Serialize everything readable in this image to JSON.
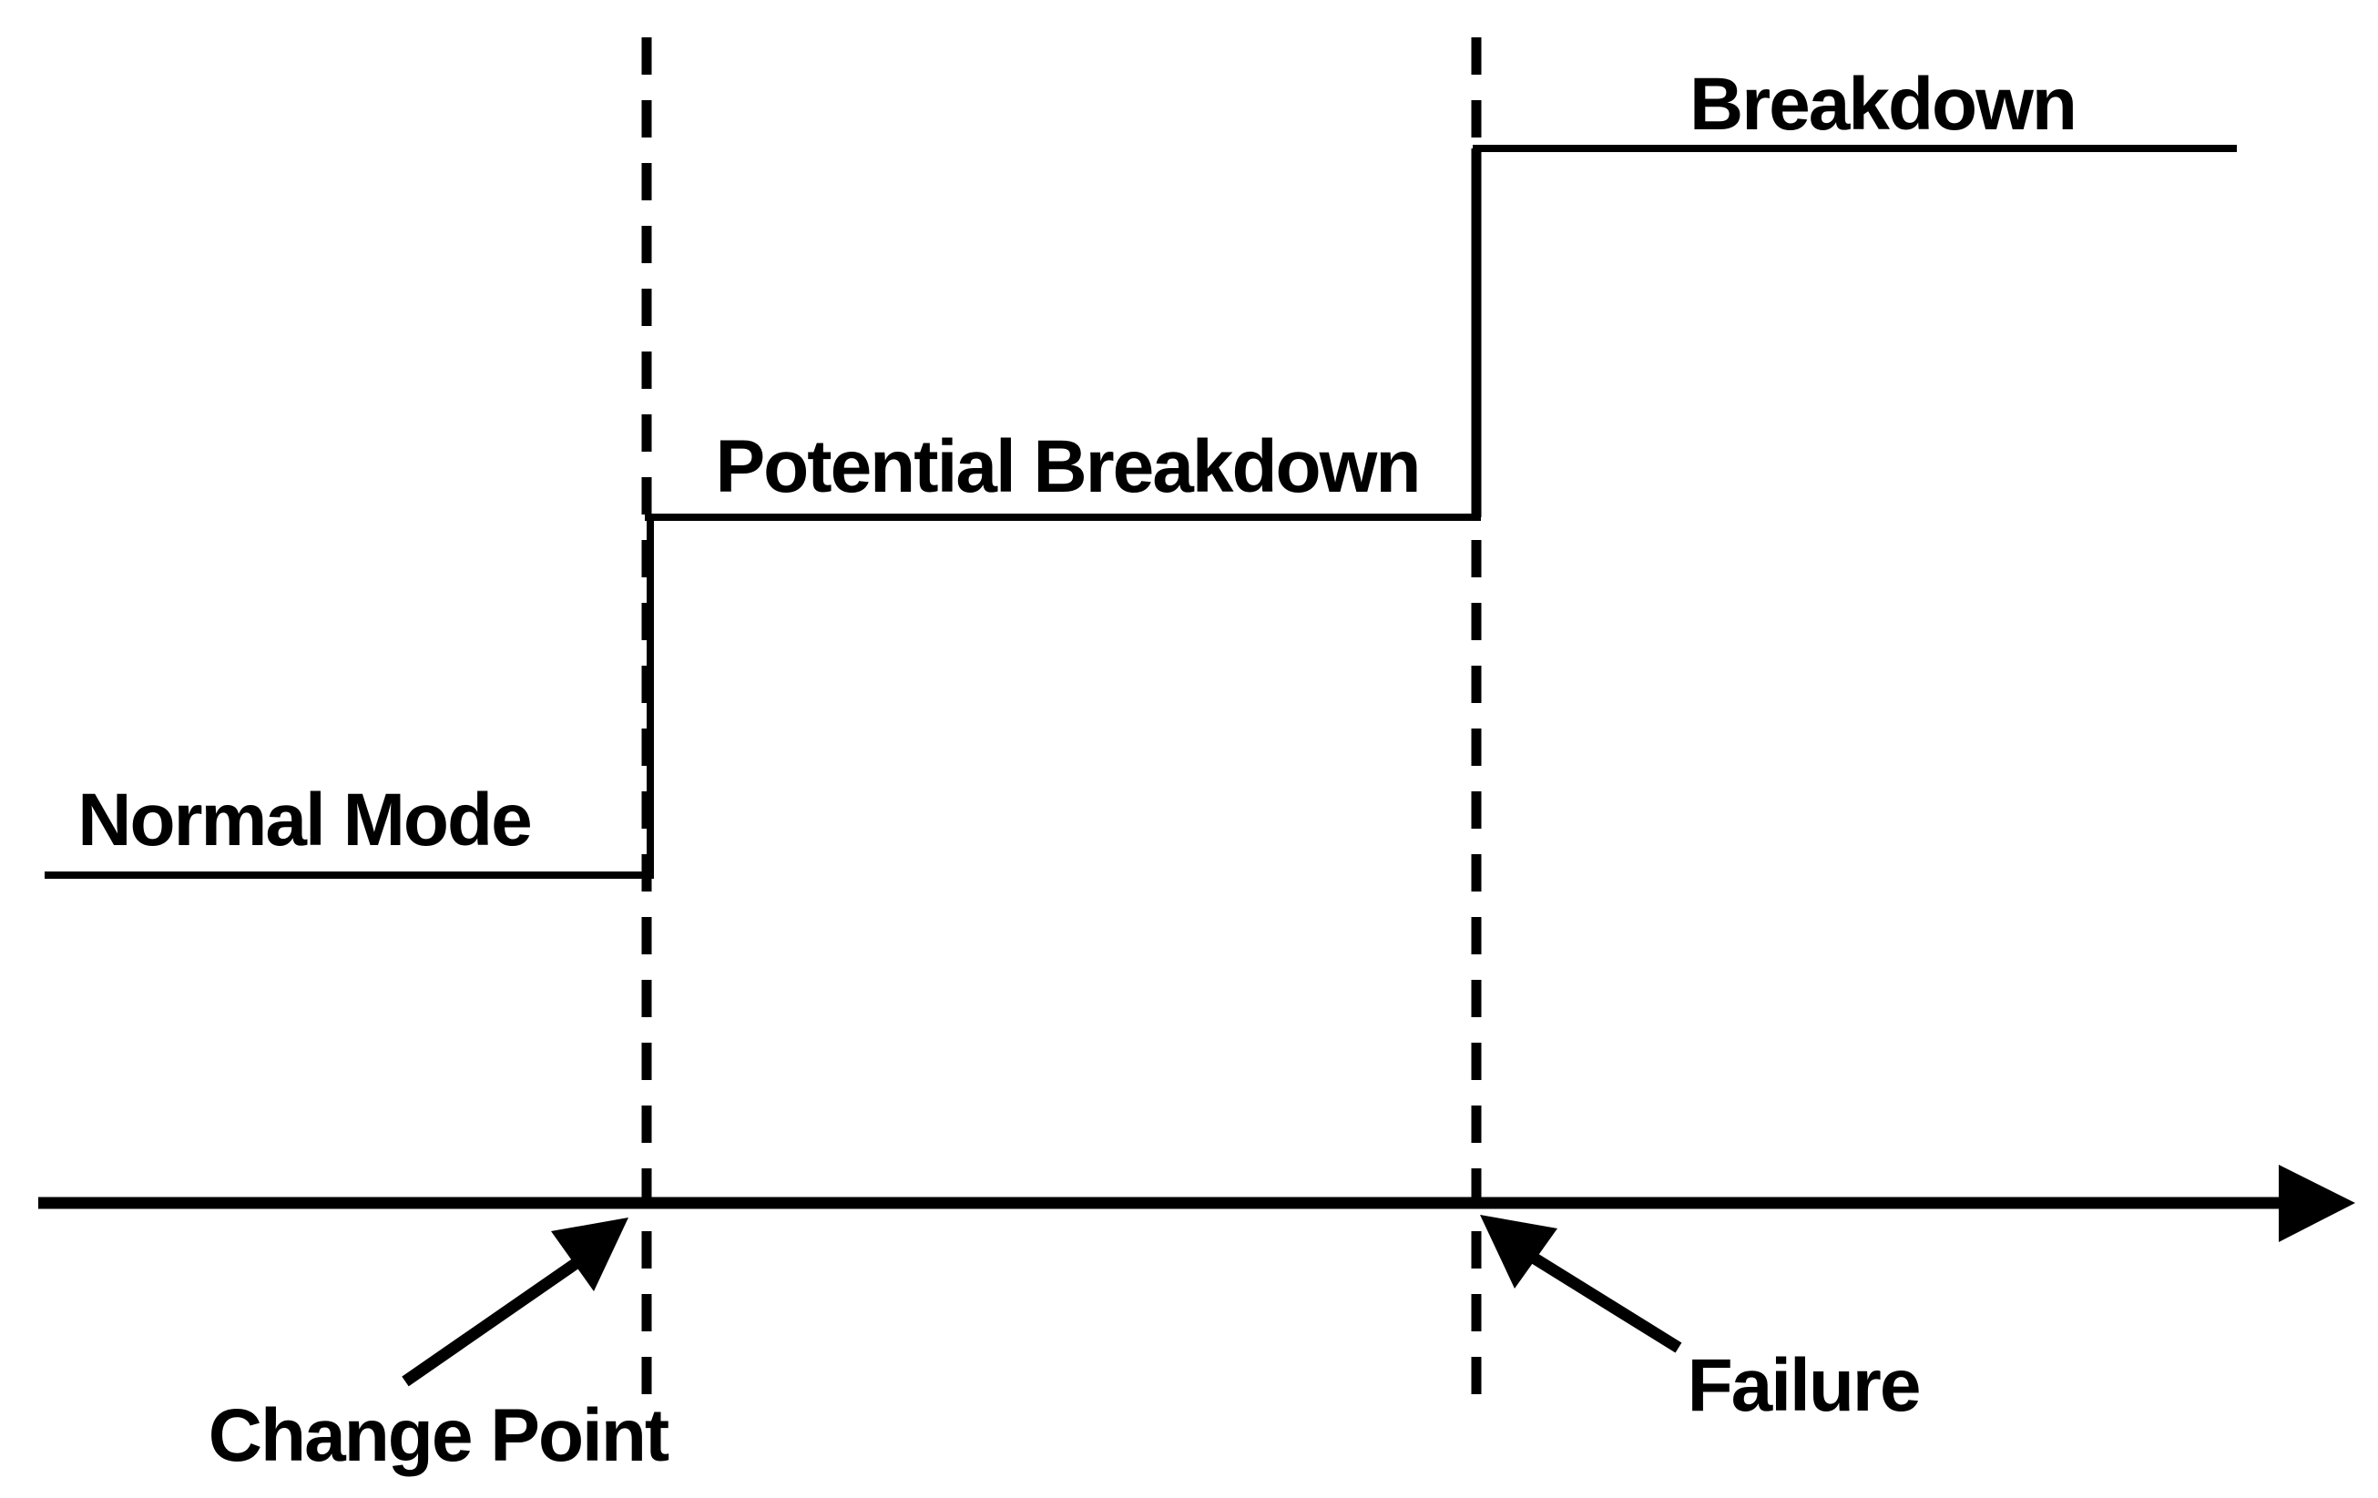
{
  "diagram": {
    "type": "step-function-timeline",
    "colors": {
      "foreground": "#000000",
      "background": "#ffffff"
    },
    "levels": [
      {
        "label": "Normal Mode"
      },
      {
        "label": "Potential Breakdown"
      },
      {
        "label": "Breakdown"
      }
    ],
    "events": [
      {
        "label": "Change Point"
      },
      {
        "label": "Failure"
      }
    ]
  }
}
